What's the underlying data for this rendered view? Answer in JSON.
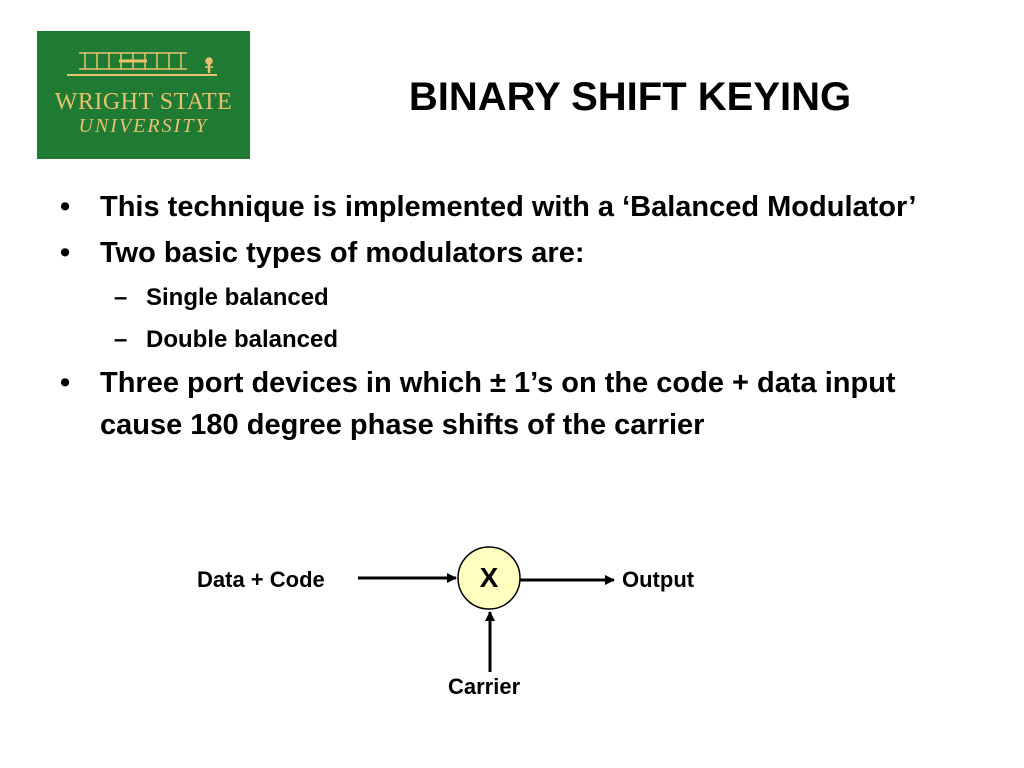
{
  "logo": {
    "line1": "WRIGHT STATE",
    "line2": "UNIVERSITY",
    "bg_color": "#1f7a34",
    "text_color": "#e8c26a"
  },
  "title": "BINARY SHIFT KEYING",
  "bullets": [
    {
      "mark": "•",
      "text": "This technique is implemented with a ‘Balanced Modulator’"
    },
    {
      "mark": "•",
      "text": "Two basic types of modulators are:"
    },
    {
      "mark": "–",
      "text": "Single balanced"
    },
    {
      "mark": "–",
      "text": "Double balanced"
    },
    {
      "mark": "•",
      "text": "Three port devices in which ± 1’s on the code + data input cause 180 degree phase shifts of the carrier"
    }
  ],
  "diagram": {
    "input_label": "Data + Code",
    "mixer_label": "X",
    "output_label": "Output",
    "carrier_label": "Carrier",
    "mixer_color": "#ffffc0"
  }
}
